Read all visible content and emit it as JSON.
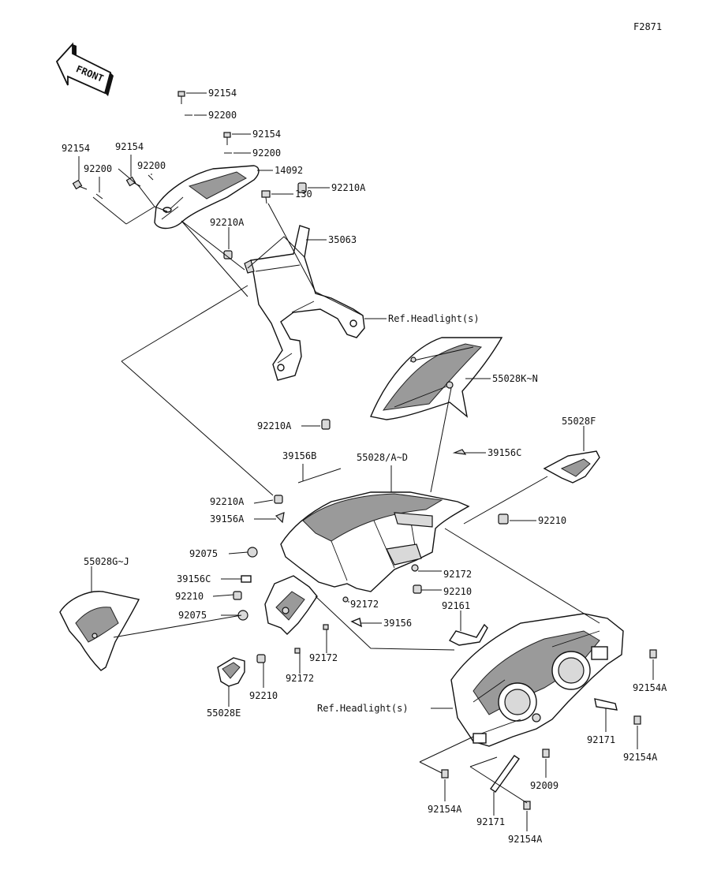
{
  "figure_code": "F2871",
  "front_label": "FRONT",
  "callouts": {
    "c1": "92154",
    "c2": "92200",
    "c3": "92154",
    "c4": "92200",
    "c5": "14092",
    "c6": "92154",
    "c7": "92200",
    "c8": "92154",
    "c9": "92200",
    "c10": "130",
    "c11": "92210A",
    "c12": "92210A",
    "c13": "35063",
    "c14": "Ref.Headlight(s)",
    "c15": "55028K~N",
    "c16": "92210A",
    "c17": "55028F",
    "c18": "39156B",
    "c19": "55028/A~D",
    "c20": "39156C",
    "c21": "92210A",
    "c22": "39156A",
    "c23": "92210",
    "c24": "92075",
    "c25": "55028G~J",
    "c26": "39156C",
    "c27": "92172",
    "c28": "92210",
    "c29": "92210",
    "c30": "92172",
    "c31": "92161",
    "c32": "92075",
    "c33": "39156",
    "c34": "92172",
    "c35": "92172",
    "c36": "92210",
    "c37": "55028E",
    "c38": "Ref.Headlight(s)",
    "c39": "92154A",
    "c40": "92171",
    "c41": "92154A",
    "c42": "92009",
    "c43": "92154A",
    "c44": "92171",
    "c45": "92154A"
  }
}
